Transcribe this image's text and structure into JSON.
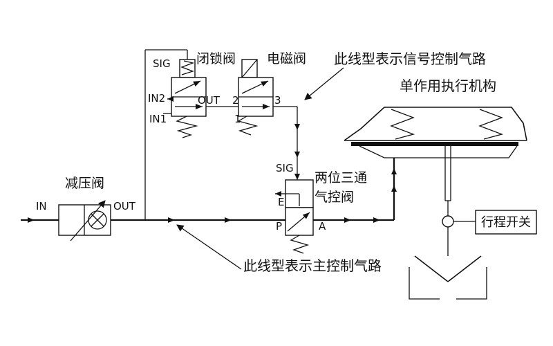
{
  "colors": {
    "line": "#111111",
    "background": "#ffffff"
  },
  "reducing_valve": {
    "label": "减压阀",
    "in": "IN",
    "out": "OUT"
  },
  "lock_valve": {
    "label": "闭锁阀",
    "sig": "SIG",
    "in2": "IN2",
    "in1": "IN1",
    "out": "OUT"
  },
  "solenoid_valve": {
    "label": "电磁阀",
    "port2": "2",
    "port1": "1",
    "port3": "3"
  },
  "control_valve": {
    "label_line1": "两位三通",
    "label_line2": "气控阀",
    "sig": "SIG",
    "e": "E",
    "p": "P",
    "a": "A"
  },
  "actuator": {
    "label": "单作用执行机构"
  },
  "travel_switch": {
    "label": "行程开关"
  },
  "notes": {
    "signal": "此线型表示信号控制气路",
    "main": "此线型表示主控制气路"
  }
}
